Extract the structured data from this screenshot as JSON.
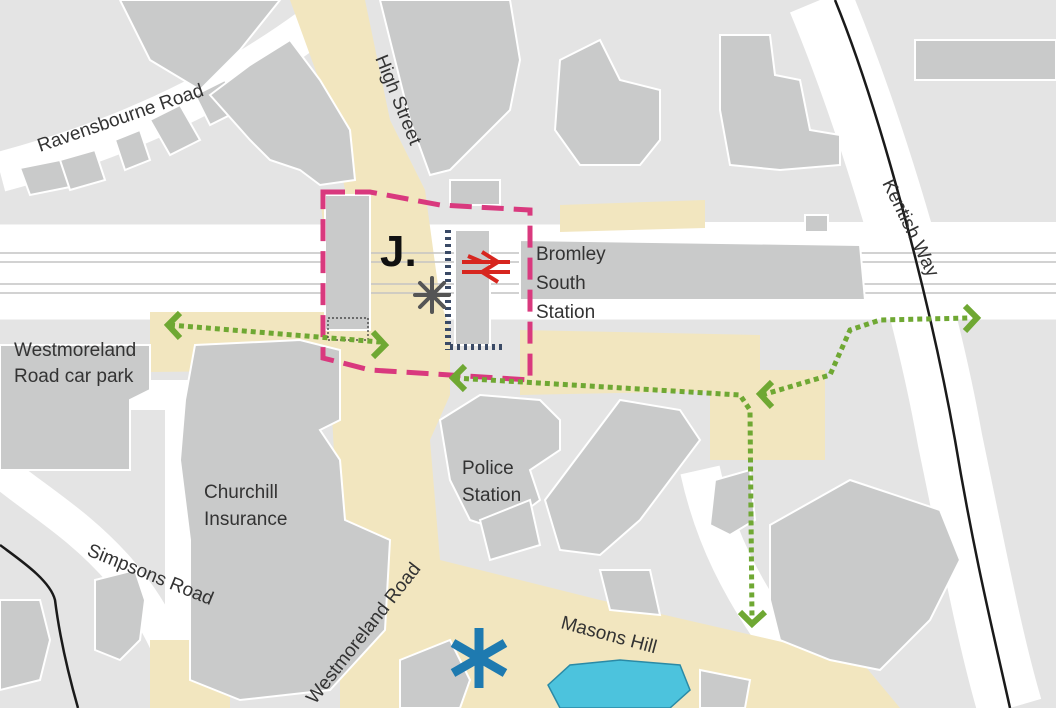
{
  "labels": {
    "ravensbourne_road": "Ravensbourne Road",
    "high_street": "High Street",
    "kentish_way": "Kentish Way",
    "westmoreland_car_park_1": "Westmoreland",
    "westmoreland_car_park_2": "Road car park",
    "churchill_1": "Churchill",
    "churchill_2": "Insurance",
    "police_1": "Police",
    "police_2": "Station",
    "bromley_1": "Bromley",
    "bromley_2": "South",
    "bromley_3": "Station",
    "simpsons_road": "Simpsons Road",
    "westmoreland_road": "Westmoreland Road",
    "masons_hill": "Masons Hill",
    "site_marker": "J."
  },
  "colors": {
    "background": "#e4e4e4",
    "road": "#ffffff",
    "pedestrian_area": "#f2e6bf",
    "building": "#c9caca",
    "building_stroke": "#ffffff",
    "site_boundary": "#d9397e",
    "walking_route": "#6fa833",
    "rail_symbol": "#d7261f",
    "rail_line": "#c4c4c4",
    "borough_boundary": "#1a1a1a",
    "blue_asterisk": "#1e7ab0",
    "grey_asterisk": "#555555",
    "water_feature": "#4cc3dd"
  },
  "icons": {
    "national_rail": "national-rail-icon",
    "grey_asterisk": "asterisk-icon",
    "blue_asterisk": "asterisk-icon"
  }
}
